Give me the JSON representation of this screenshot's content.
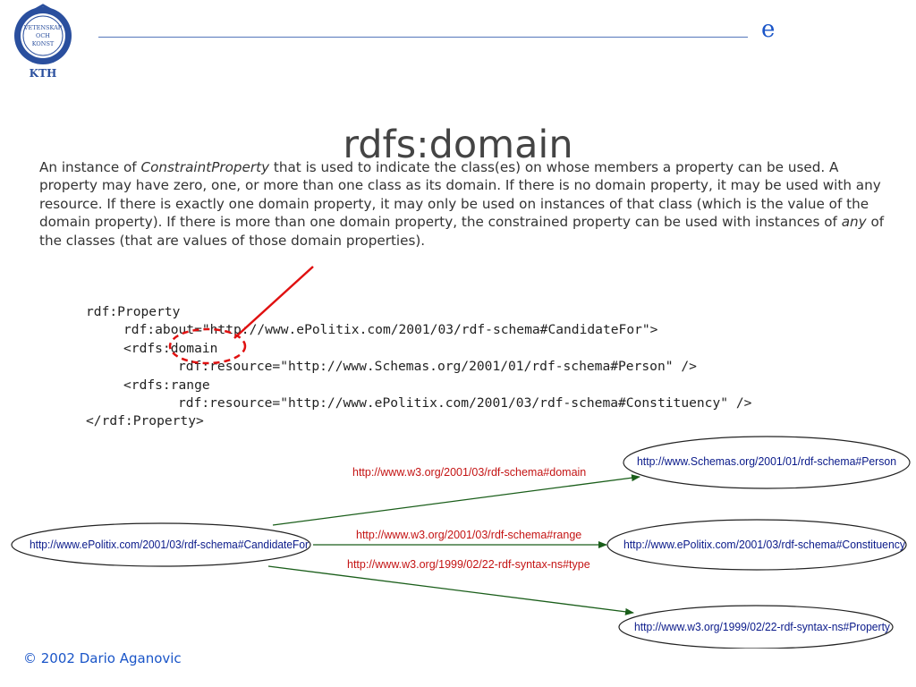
{
  "header": {
    "logo_text": [
      "VETENSKAP",
      "OCH",
      "KONST",
      "KTH"
    ],
    "letter": "e",
    "accent_color": "#1a55c8"
  },
  "slide": {
    "title": "rdfs:domain",
    "description": {
      "part1": "An instance of ",
      "em1": "ConstraintProperty",
      "part2": " that is used to indicate the class(es) on whose members a property can be used. A property may have zero, one, or more than one class as its domain. If there is no domain property, it may be used with any resource. If there is exactly one domain property, it may only be used on instances of that class (which is the value of the domain property). If there is more than one domain property, the constrained property can be used with instances of ",
      "em2": "any",
      "part3": " of the classes (that are values of those domain properties)."
    },
    "code_lines": [
      "rdf:Property",
      "rdf:about=\"http://www.ePolitix.com/2001/03/rdf-schema#CandidateFor\">",
      "<rdfs:domain",
      "rdf:resource=\"http://www.Schemas.org/2001/01/rdf-schema#Person\" />",
      "<rdfs:range",
      "rdf:resource=\"http://www.ePolitix.com/2001/03/rdf-schema#Constituency\" />",
      "</rdf:Property>"
    ],
    "annotation_color": "#e01010"
  },
  "graph": {
    "nodes": {
      "candidate": "http://www.ePolitix.com/2001/03/rdf-schema#CandidateFor",
      "person": "http://www.Schemas.org/2001/01/rdf-schema#Person",
      "constituency": "http://www.ePolitix.com/2001/03/rdf-schema#Constituency",
      "property": "http://www.w3.org/1999/02/22-rdf-syntax-ns#Property"
    },
    "edges": {
      "domain": "http://www.w3.org/2001/03/rdf-schema#domain",
      "range": "http://www.w3.org/2001/03/rdf-schema#range",
      "type": "http://www.w3.org/1999/02/22-rdf-syntax-ns#type"
    },
    "node_color": "#0a1a8a",
    "edge_label_color": "#c41414",
    "edge_color": "#1a5e1a"
  },
  "footer": {
    "copyright": "© 2002 Dario Aganovic"
  }
}
